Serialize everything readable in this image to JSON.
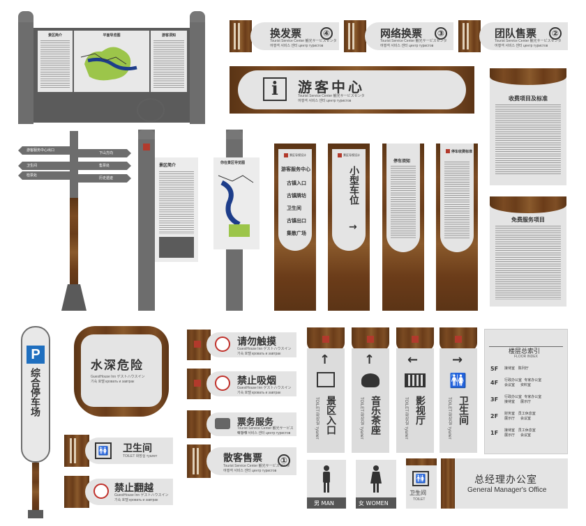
{
  "ticket_signs": [
    {
      "title": "换发票",
      "num": "④",
      "sub1": "Tourist Service Center  観光サービスセンタ",
      "sub2": "여행객 서비스 센터  центр туристов"
    },
    {
      "title": "网络换票",
      "num": "③",
      "sub1": "Tourist Service Center  観光サービスセンタ",
      "sub2": "여행객 서비스 센터  центр туристов"
    },
    {
      "title": "团队售票",
      "num": "②",
      "sub1": "Tourist Service Center  観光サービスセンタ",
      "sub2": "여행객 서비스 센터  центр туристов"
    }
  ],
  "visitor_center": {
    "icon": "i",
    "title": "游客中心",
    "sub1": "Tourist Service Center  観光サービスセンタ",
    "sub2": "여행객 서비스 센터  центр туристов"
  },
  "fee_sign": {
    "title": "收费项目及标准"
  },
  "free_sign": {
    "title": "免费服务项目"
  },
  "map_board": {
    "title_left": "景区简介",
    "title_center": "平面导览图",
    "title_right": "游客须知"
  },
  "direction_post": {
    "arms": [
      "游客服务中心出口",
      "卫生间",
      "检票处",
      "下山方向",
      "售票处",
      "历史遗迹"
    ]
  },
  "info_board": {
    "title": "景区简介"
  },
  "map_post": {
    "title": "你在景区导览图"
  },
  "vertical_posts": [
    {
      "title": "景区导视设计",
      "items": [
        "游客服务中心",
        "古镇入口",
        "古镇牌坊",
        "卫生间",
        "古镇出口",
        "集散广场"
      ]
    },
    {
      "title": "景区导视设计",
      "big": "小型车位",
      "arrow": "→"
    },
    {
      "title": "停车须知"
    },
    {
      "title": "停车收费标准"
    }
  ],
  "parking_sign": {
    "letter": "P",
    "text": "综合停车场"
  },
  "danger_sign": {
    "title": "水深危险",
    "sub1": "GuestHouse Inn  ゲストハウスイン",
    "sub2": "기숙 호텔  кровать и завтрак"
  },
  "warning_signs": [
    {
      "title": "请勿触摸",
      "sub1": "GuestHouse Inn  ゲストハウスイン",
      "sub2": "기숙 호텔  кровать и завтрак"
    },
    {
      "title": "禁止吸烟",
      "sub1": "GuestHouse Inn  ゲストハウスイン",
      "sub2": "기숙 호텔  кровать и завтрак"
    },
    {
      "title": "票务服务",
      "sub1": "Tourist Service Center  観光サービスセンタ",
      "sub2": "여행객 서비스 센터  центр туристов"
    },
    {
      "title": "散客售票",
      "num": "①",
      "sub1": "Tourist Service Center  観光サービスセンタ",
      "sub2": "여행객 서비스 센터  центр туристов"
    }
  ],
  "toilet_sign": {
    "title": "卫生间",
    "sub": "TOILET  화장실  туалет"
  },
  "no_climb_sign": {
    "title": "禁止翻越",
    "sub1": "GuestHouse Inn  ゲストハウスイン",
    "sub2": "기숙 호텔  кровать и завтрак"
  },
  "hanging_signs": [
    {
      "arrow": "↑",
      "title": "景区入口",
      "sub": "TOILET 화장실 туалет"
    },
    {
      "arrow": "↑",
      "title": "音乐茶座",
      "sub": "TOILET 화장실 туалет"
    },
    {
      "arrow": "←",
      "title": "影视厅",
      "sub": "TOILET 화장실 туалет"
    },
    {
      "arrow": "→",
      "title": "卫生间",
      "sub": "TOILET 화장실 туалет"
    }
  ],
  "floor_index": {
    "title": "楼层总索引",
    "subtitle": "FLOOR INDEX",
    "floors": [
      {
        "f": "5F",
        "rooms": [
          "接待室",
          "陈列厅"
        ]
      },
      {
        "f": "4F",
        "rooms": [
          "行政办公室",
          "专家办公室",
          "会议室",
          "资料室"
        ]
      },
      {
        "f": "3F",
        "rooms": [
          "行政办公室",
          "专家办公室",
          "接待室",
          "展示厅"
        ]
      },
      {
        "f": "2F",
        "rooms": [
          "财务室",
          "员工休息室",
          "展示厅",
          "会议室"
        ]
      },
      {
        "f": "1F",
        "rooms": [
          "接待室",
          "员工休息室",
          "展示厅",
          "会议室"
        ]
      }
    ]
  },
  "restroom_man": {
    "label": "男 MAN"
  },
  "restroom_woman": {
    "label": "女 WOMEN"
  },
  "toilet_small": {
    "title": "卫生间",
    "sub": "TOILET"
  },
  "gm_office": {
    "title": "总经理办公室",
    "sub": "General Manager's Office"
  },
  "colors": {
    "wood": "#6b3c19",
    "grey": "#6d6d6d",
    "panel": "#e4e4e4",
    "accent_blue": "#1f6fbf",
    "map_green": "#9cc54a",
    "map_blue": "#1d3d8a"
  }
}
